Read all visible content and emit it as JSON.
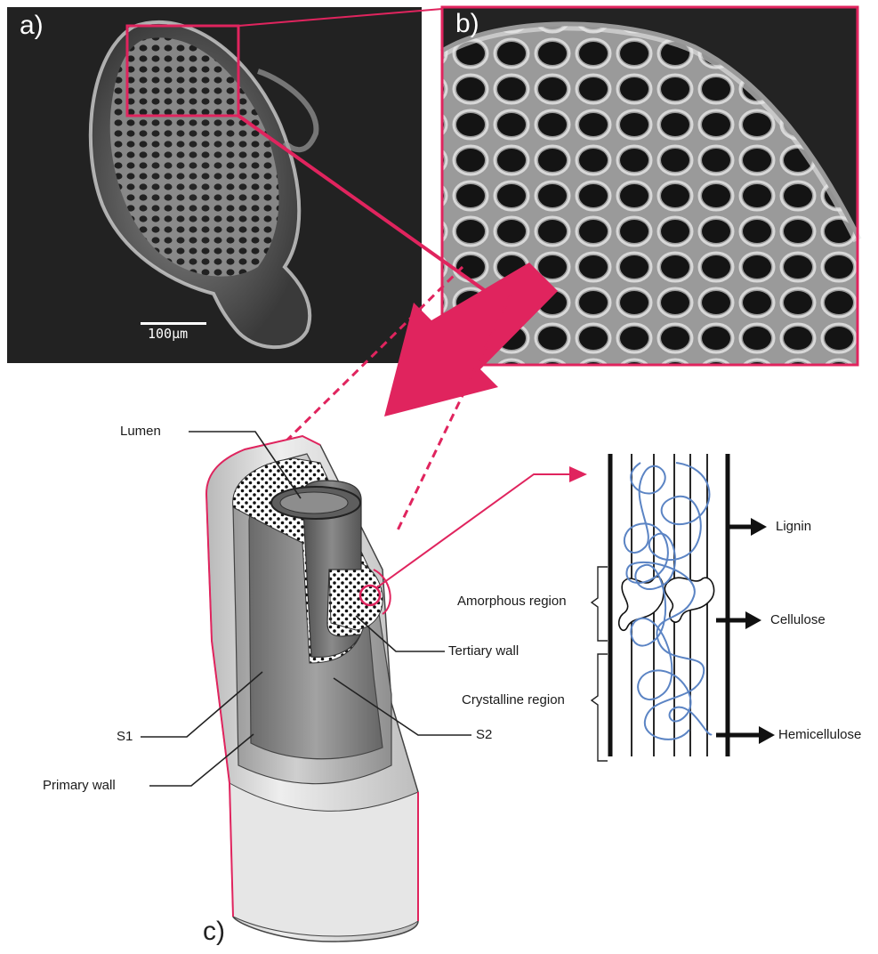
{
  "panels": {
    "a": {
      "label": "a)",
      "scale_bar": "100µm"
    },
    "b": {
      "label": "b)"
    },
    "c": {
      "label": "c)"
    }
  },
  "fiber_labels": {
    "lumen": "Lumen",
    "tertiary_wall": "Tertiary wall",
    "s1": "S1",
    "s2": "S2",
    "primary_wall": "Primary wall"
  },
  "microfibril_labels": {
    "lignin": "Lignin",
    "cellulose": "Cellulose",
    "hemicellulose": "Hemicellulose",
    "amorphous_region": "Amorphous region",
    "crystalline_region": "Crystalline region"
  },
  "colors": {
    "accent": "#e0245e",
    "sem_background": "#1c1c1c",
    "hemicellulose_strand": "#5b84c4",
    "wall_dark": "#6f6f6f",
    "wall_mid": "#a9a9a9",
    "wall_light": "#dedede"
  }
}
